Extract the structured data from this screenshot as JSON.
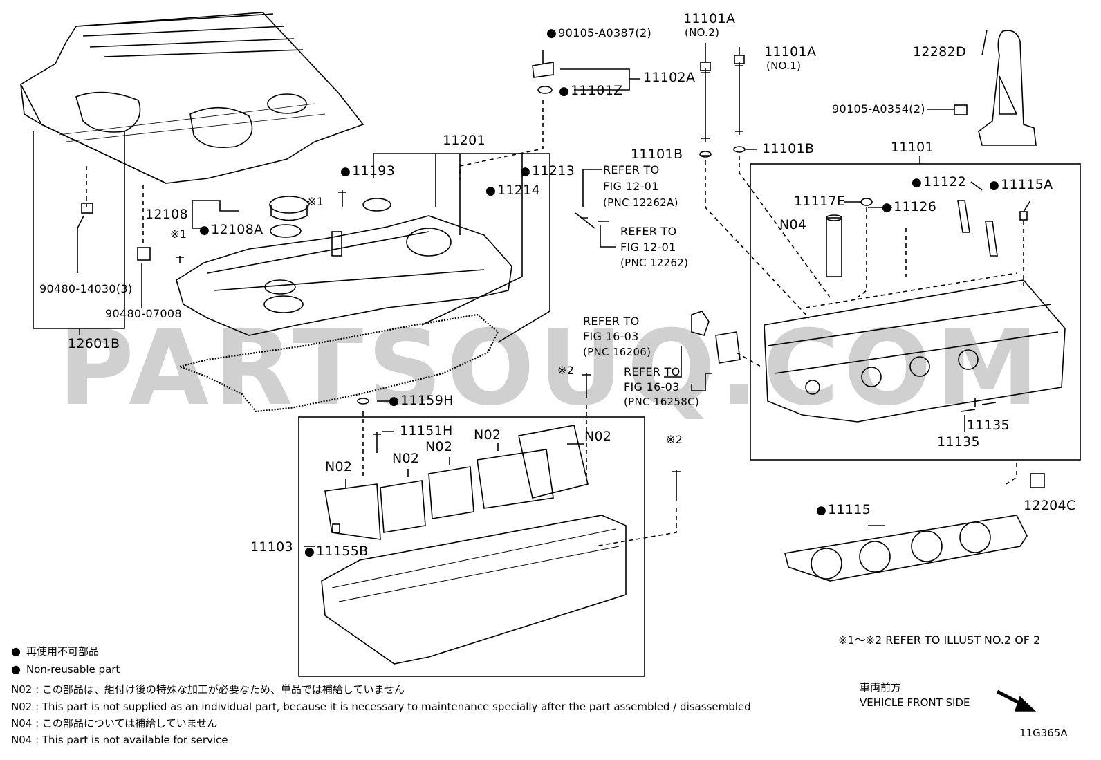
{
  "watermark": "PARTSOUQ.COM",
  "part_labels": {
    "p90105_A0387": "90105-A0387(2)",
    "p11102A": "11102A",
    "p11101Z": "11101Z",
    "p11101A_no2": "11101A",
    "p11101A_no2_sub": "(NO.2)",
    "p11101A_no1": "11101A",
    "p11101A_no1_sub": "(NO.1)",
    "p12282D": "12282D",
    "p90105_A0354": "90105-A0354(2)",
    "p11101B_a": "11101B",
    "p11101B_b": "11101B",
    "p11101": "11101",
    "p11201": "11201",
    "p11193": "11193",
    "p11213": "11213",
    "p11214": "11214",
    "p12108": "12108",
    "p12108A": "12108A",
    "mark1_a": "※1",
    "mark1_b": "※1",
    "p90480_14030": "90480-14030(3)",
    "p90480_07008": "90480-07008",
    "p12601B": "12601B",
    "p11122": "11122",
    "p11115A": "11115A",
    "p11117E": "11117E",
    "p11126": "11126",
    "pN04": "N04",
    "pN02_a": "N02",
    "pN02_b": "N02",
    "pN02_c": "N02",
    "pN02_d": "N02",
    "pN02_e": "N02",
    "p11159H": "11159H",
    "p11151H": "11151H",
    "mark2_a": "※2",
    "mark2_b": "※2",
    "p11103": "11103",
    "p11155B": "11155B",
    "p11135_a": "11135",
    "p11135_b": "11135",
    "p12204C": "12204C",
    "p11115": "11115"
  },
  "refer_labels": {
    "r1_line1": "REFER TO",
    "r1_line2": "FIG 12-01",
    "r1_line3": "(PNC 12262A)",
    "r2_line1": "REFER TO",
    "r2_line2": "FIG 12-01",
    "r2_line3": "(PNC 12262)",
    "r3_line1": "REFER TO",
    "r3_line2": "FIG 16-03",
    "r3_line3": "(PNC 16206)",
    "r4_line1": "REFER TO",
    "r4_line2": "FIG 16-03",
    "r4_line3": "(PNC 16258C)"
  },
  "legend": {
    "nonreusable_jp": "再使用不可部品",
    "nonreusable_en": "Non-reusable part",
    "n02_jp": "N02 : この部品は、組付け後の特殊な加工が必要なため、単品では補給していません",
    "n02_en": "N02 : This part is not supplied as an individual part, because it is necessary to maintenance specially after the part assembled / disassembled",
    "n04_jp": "N04 : この部品については補給していません",
    "n04_en": "N04 : This part is not available for service",
    "refer_note": "※1～※2  REFER TO ILLUST NO.2 OF 2",
    "front_jp": "車両前方",
    "front_en": "VEHICLE FRONT SIDE",
    "illust_no": "11G365A"
  }
}
